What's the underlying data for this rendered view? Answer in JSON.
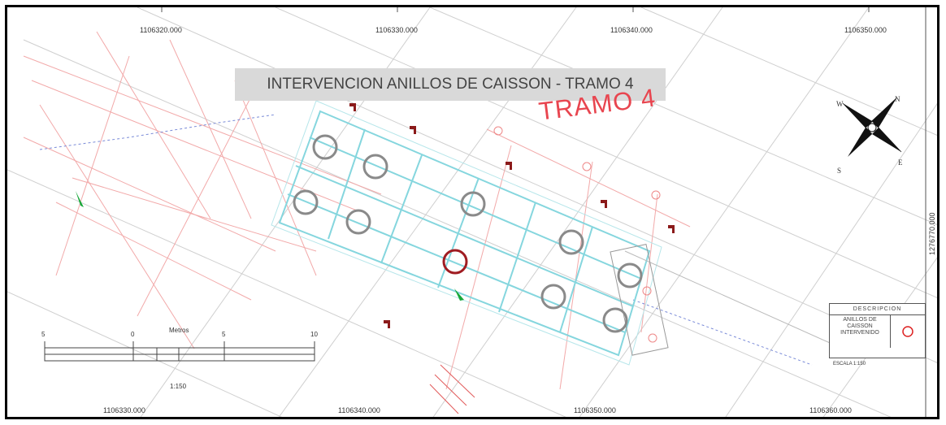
{
  "map": {
    "title": "INTERVENCION ANILLOS DE CAISSON  - TRAMO 4",
    "tramo_label": "TRAMO 4",
    "top_coords": [
      "1106320.000",
      "1106330.000",
      "1106340.000",
      "1106350.000"
    ],
    "bottom_coords": [
      "1106330.000",
      "1106340.000",
      "1106350.000",
      "1106360.000"
    ],
    "right_coord": "1276770.000",
    "colors": {
      "frame": "#000000",
      "cyan": "#7fd3dc",
      "red_lines": "#f0a0a0",
      "grid": "#c8c8c8",
      "ring": "#808080",
      "highlight": "#a01c22",
      "title_bg": "#d9d9d9",
      "tramo_text": "#e8454f"
    }
  },
  "scale_bar": {
    "label": "Metros",
    "ticks": [
      "5",
      "0",
      "5",
      "10"
    ],
    "ratio": "1:150"
  },
  "legend": {
    "header": "DESCRIPCION",
    "item_text": [
      "ANILLOS  DE",
      "CAISSON",
      "INTERVENIDO"
    ],
    "scale_note": "ESCALA 1:150"
  },
  "compass": {
    "labels": [
      "N",
      "E",
      "S",
      "W"
    ]
  }
}
